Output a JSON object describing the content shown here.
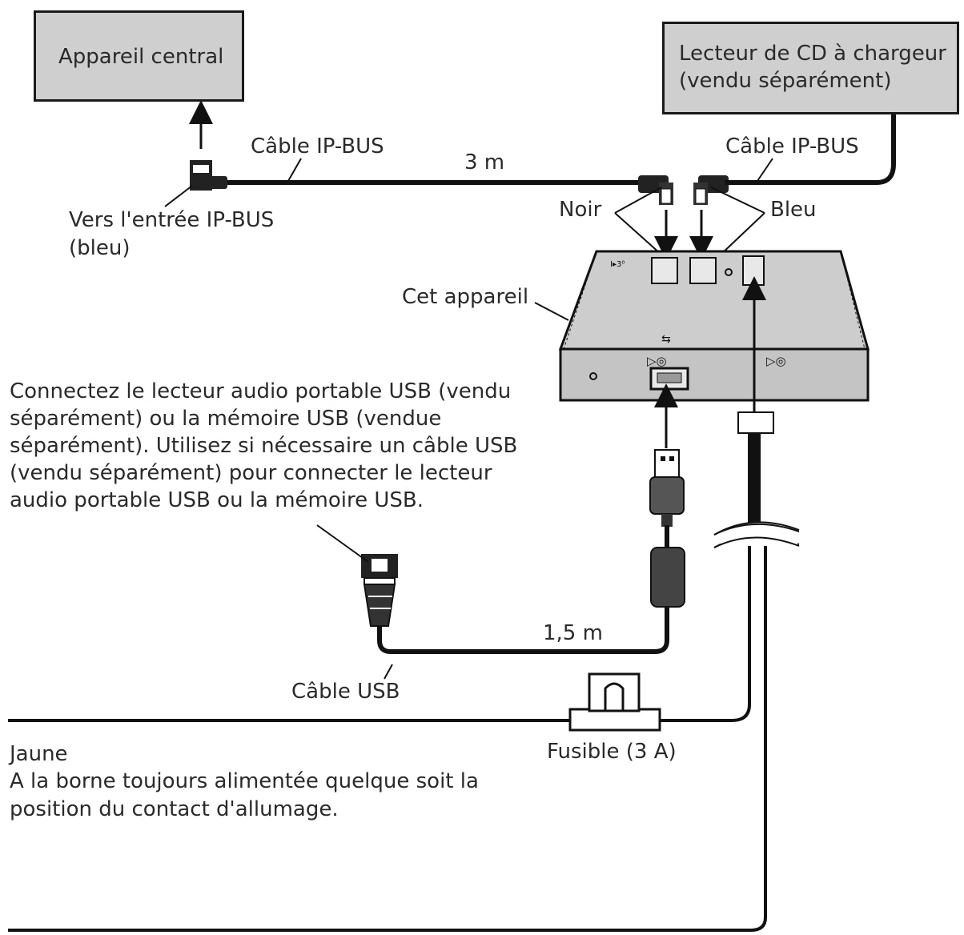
{
  "boxes": {
    "head_unit": "Appareil central",
    "cd_changer_line1": "Lecteur de CD à chargeur",
    "cd_changer_line2": "(vendu séparément)"
  },
  "labels": {
    "ipbus_cable_left": "Câble IP-BUS",
    "ipbus_cable_right": "Câble IP-BUS",
    "length_3m": "3 m",
    "to_ipbus_input_line1": "Vers l'entrée IP-BUS",
    "to_ipbus_input_line2": "(bleu)",
    "black": "Noir",
    "blue": "Bleu",
    "this_unit": "Cet appareil",
    "usb_cable": "Câble USB",
    "length_1_5m": "1,5 m",
    "fuse": "Fusible (3 A)",
    "yellow": "Jaune",
    "yellow_desc_line1": "A la borne toujours alimentée quelque soit la",
    "yellow_desc_line2": "position du contact d'allumage."
  },
  "usb_note": [
    "Connectez le lecteur audio portable USB (vendu",
    "séparément) ou la mémoire USB (vendue",
    "séparément). Utilisez si nécessaire un câble USB",
    "(vendu séparément) pour connecter le lecteur",
    "audio portable USB ou la mémoire USB."
  ]
}
